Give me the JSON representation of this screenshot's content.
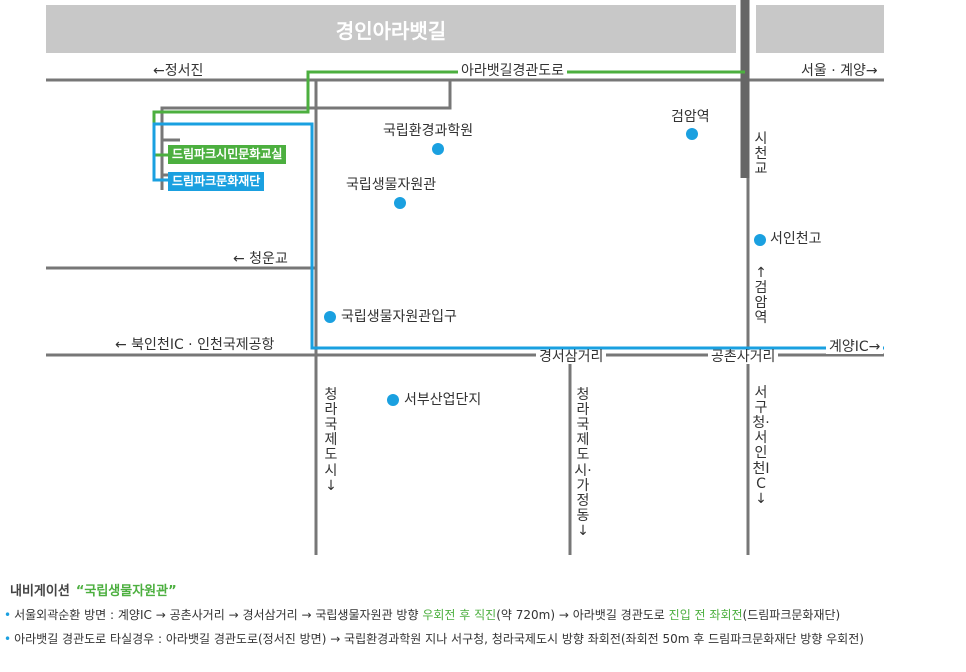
{
  "canal_title": "경인아라뱃길",
  "roads": {
    "jeongseojin": "←정서진",
    "arabaetgil": "아라뱃길경관도로",
    "seoul_gyeyang": "서울 · 계양→",
    "cheongungyo": "← 청운교",
    "bukincheon": "← 북인천IC · 인천국제공항",
    "gyeyang_ic": "계양IC→",
    "gyeongseo": "경서삼거리",
    "gongchon": "공촌사거리",
    "sicheongyo": "시천교",
    "geomam_down": "↑검암역",
    "cheongna_left": "청라국제도시↓",
    "cheongna_mid": "청라국제도시·가정동↓",
    "seogu": "서구청·서인천IC↓"
  },
  "pois": {
    "env_institute": "국립환경과학원",
    "bio_museum": "국립생물자원관",
    "geomam_station": "검암역",
    "seoincheon_hs": "서인천고",
    "bio_entrance": "국립생물자원관입구",
    "seobu_industrial": "서부산업단지"
  },
  "badges": {
    "dreampark_class": "드림파크시민문화교실",
    "dreampark_foundation": "드림파크문화재단"
  },
  "navigation": {
    "heading": "내비게이션",
    "destination": "“국립생물자원관”",
    "line1_a": "서울외곽순환 방면 : 계양IC → 공촌사거리 → 경서삼거리 → 국립생물자원관 방향 ",
    "line1_b": "우회전 후 직진",
    "line1_c": "(약 720m) → 아라뱃길 경관도로 ",
    "line1_d": "진입 전 좌회전",
    "line1_e": "(드림파크문화재단)",
    "line2": "아라뱃길 경관도로 타실경우 : 아라뱃길 경관도로(정서진 방면) → 국립환경과학원 지나 서구청, 청라국제도시 방향 좌회전(좌회전 50m 후 드림파크문화재단 방향 우회전)"
  },
  "colors": {
    "green_route": "#4caf3f",
    "blue_route": "#1aa0e0",
    "road": "#777777",
    "canal": "#c8c8c8"
  }
}
